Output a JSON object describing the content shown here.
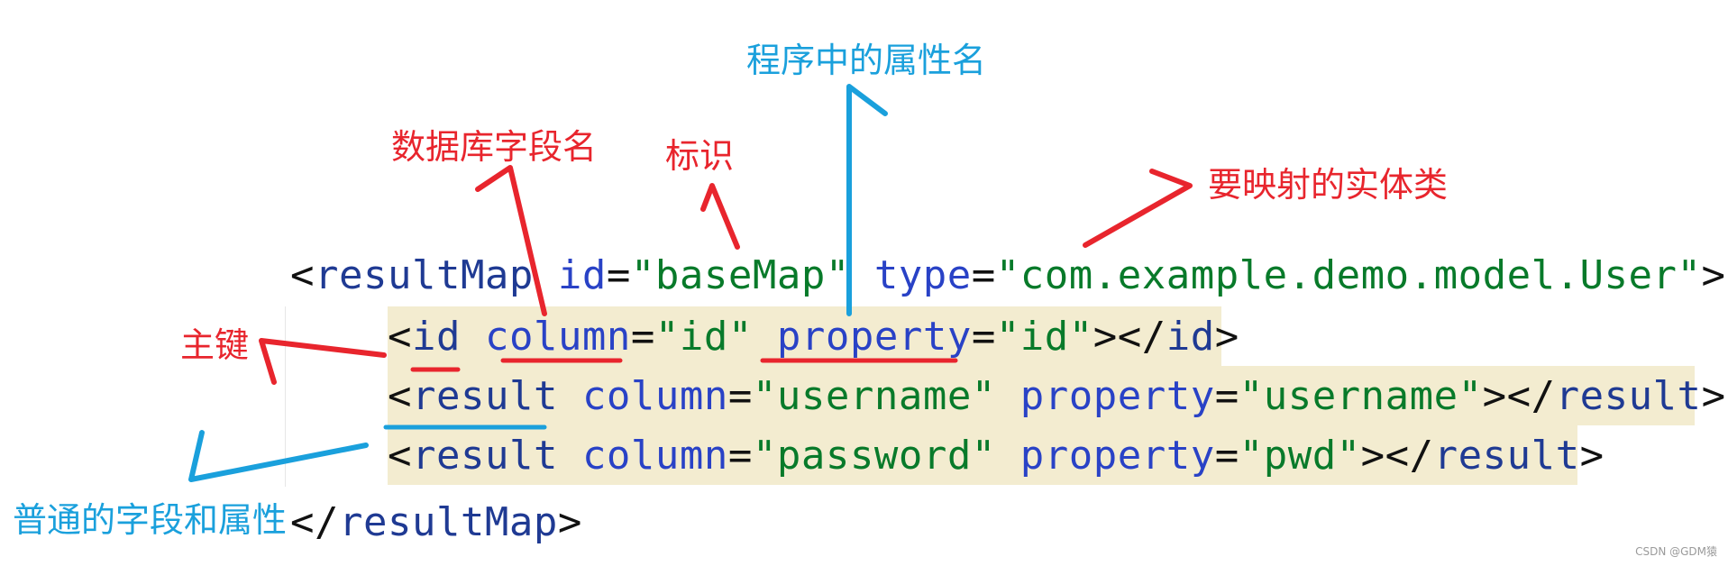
{
  "code": {
    "line1": {
      "open": "<",
      "tag": "resultMap",
      "attr1_name": " id",
      "attr1_eq": "=",
      "attr1_val": "\"baseMap\"",
      "attr2_name": " type",
      "attr2_eq": "=",
      "attr2_val": "\"com.example.demo.model.User\"",
      "close": ">"
    },
    "line2": {
      "open": "<",
      "tag": "id",
      "attr1_name": " column",
      "attr1_eq": "=",
      "attr1_val": "\"id\"",
      "attr2_name": " property",
      "attr2_eq": "=",
      "attr2_val": "\"id\"",
      "close": "></",
      "end_tag": "id",
      "end_close": ">"
    },
    "line3": {
      "open": "<",
      "tag": "result",
      "attr1_name": " column",
      "attr1_eq": "=",
      "attr1_val": "\"username\"",
      "attr2_name": " property",
      "attr2_eq": "=",
      "attr2_val": "\"username\"",
      "close": "></",
      "end_tag": "result",
      "end_close": ">"
    },
    "line4": {
      "open": "<",
      "tag": "result",
      "attr1_name": " column",
      "attr1_eq": "=",
      "attr1_val": "\"password\"",
      "attr2_name": " property",
      "attr2_eq": "=",
      "attr2_val": "\"pwd\"",
      "close": "></",
      "end_tag": "result",
      "end_close": ">"
    },
    "line5": {
      "open": "</",
      "tag": "resultMap",
      "close": ">"
    }
  },
  "annotations": {
    "program_property_name": "程序中的属性名",
    "db_field_name": "数据库字段名",
    "identifier": "标识",
    "mapped_entity": "要映射的实体类",
    "primary_key": "主键",
    "normal_field_property": "普通的字段和属性"
  },
  "watermark": "CSDN @GDM猿",
  "colors": {
    "annotation_red": "#e8252d",
    "annotation_blue": "#1aa0dc",
    "highlight": "#f3ecd0",
    "tag": "#1f3a93",
    "string": "#087a2a"
  }
}
